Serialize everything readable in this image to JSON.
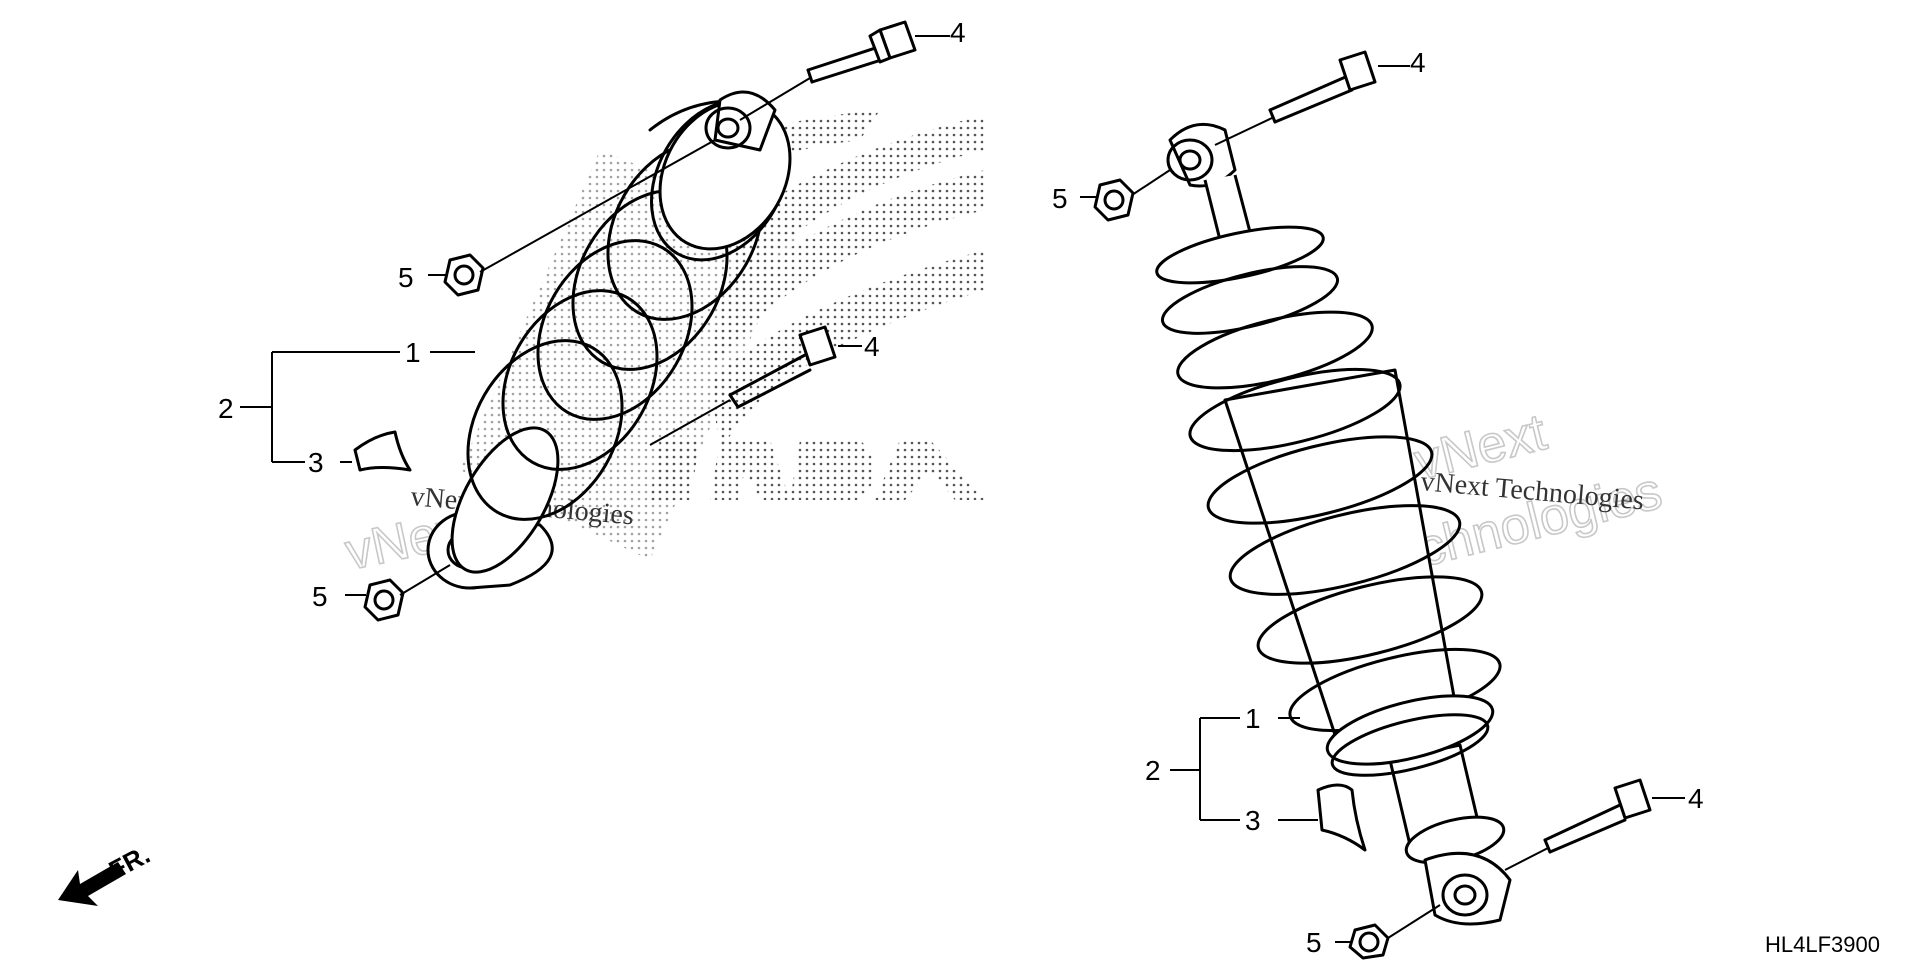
{
  "diagram": {
    "part_code": "HL4LF3900",
    "direction_label": "FR.",
    "watermark": {
      "line1": "vNext",
      "line2": "Technologies",
      "inline": "vNext Technologies"
    },
    "brand_logo": "honda-wing-logo",
    "callouts": {
      "spring": "1",
      "shock_absorber_assy": "2",
      "label": "3",
      "bolt": "4",
      "nut": "5"
    },
    "icons": [
      "shock-absorber-icon",
      "bolt-icon",
      "nut-icon",
      "arrow-icon"
    ]
  }
}
